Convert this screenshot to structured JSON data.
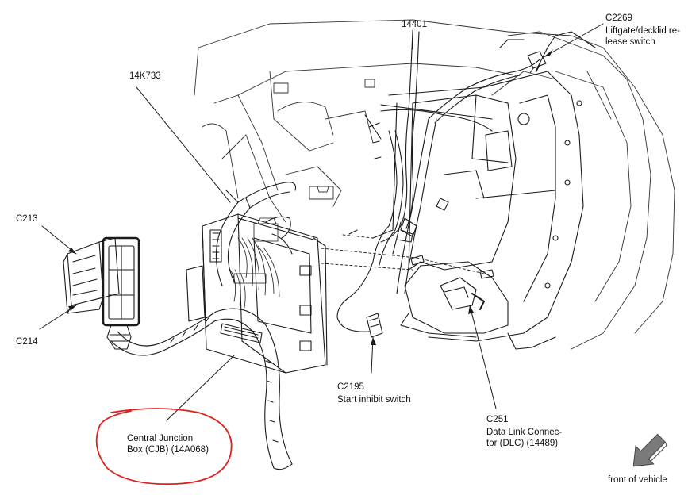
{
  "diagram": {
    "callouts": {
      "c14k733": "14K733",
      "c14401": "14401",
      "c2269_code": "C2269",
      "c2269_desc": "Liftgate/decklid re-\nlease switch",
      "c213": "C213",
      "c214": "C214",
      "c2195_code": "C2195",
      "c2195_desc": "Start inhibit switch",
      "c251_code": "C251",
      "c251_desc": "Data Link Connec-\ntor (DLC) (14489)",
      "cjb": "Central Junction\nBox (CJB) (14A068)",
      "front": "front of vehicle"
    },
    "colors": {
      "line": "#1a1a1a",
      "highlight_circle": "#e0201c",
      "arrow_fill": "#7a7a7a"
    },
    "icons": {
      "front_arrow": "arrow-down-left-icon"
    }
  }
}
